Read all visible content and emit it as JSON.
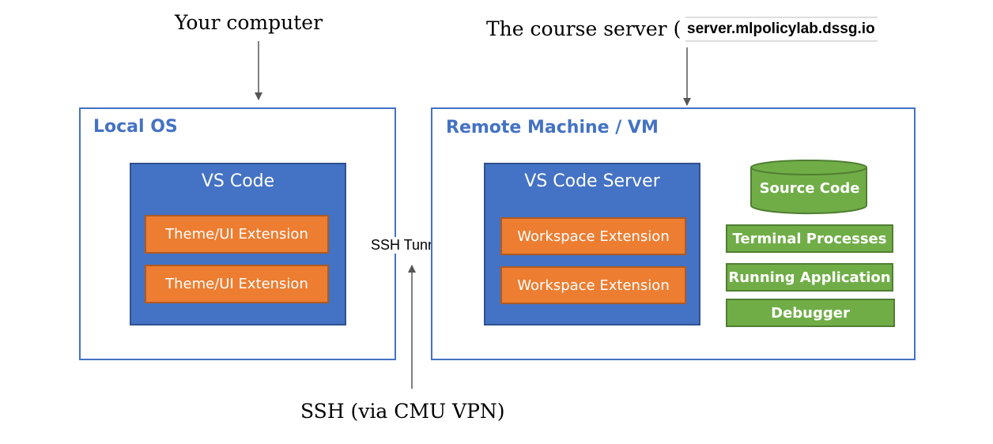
{
  "annotations": {
    "your_computer": "Your computer",
    "course_server_prefix": "The course server (",
    "course_server_url": "server.mlpolicylab.dssg.io",
    "ssh_note": "SSH (via CMU VPN)"
  },
  "local": {
    "title": "Local OS",
    "vscode_title": "VS Code",
    "extensions": [
      "Theme/UI Extension",
      "Theme/UI Extension"
    ]
  },
  "tunnel_label": "SSH Tunnel",
  "remote": {
    "title": "Remote Machine / VM",
    "server_title": "VS Code Server",
    "extensions": [
      "Workspace Extension",
      "Workspace Extension"
    ],
    "source_code": "Source Code",
    "terminal": "Terminal Processes",
    "running_app": "Running Application",
    "debugger": "Debugger"
  },
  "colors": {
    "frame_blue": "#4472c4",
    "orange": "#ed7d31",
    "green": "#70ad47"
  }
}
